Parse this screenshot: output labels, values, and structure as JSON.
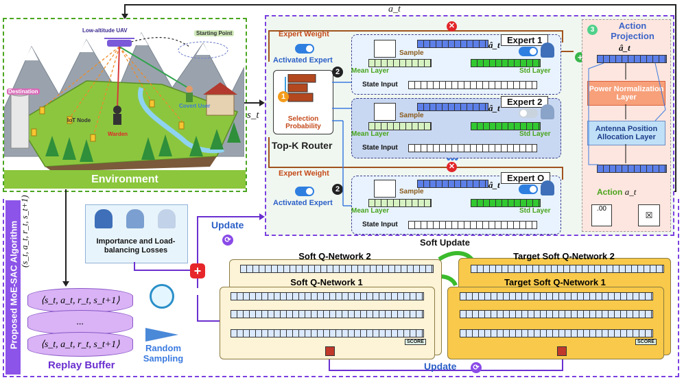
{
  "environment": {
    "banner": "Environment",
    "labels": {
      "uav": "Low-altitude UAV",
      "start": "Starting Point",
      "destination": "Destination",
      "iot": "IoT Node",
      "warden": "Warden",
      "covert": "Covert User"
    },
    "state_label": "s_t",
    "action_top": "a_t"
  },
  "router": {
    "expert_weight": "Expert Weight",
    "activated_expert": "Activated Expert",
    "selection_probability": "Selection Probability",
    "title": "Top-K Router",
    "badge_1": "1",
    "badge_2": "2"
  },
  "experts": [
    {
      "title": "Expert 1",
      "sample": "Sample",
      "mean": "Mean Layer",
      "std": "Std Layer",
      "state": "State Input",
      "out": "â_t",
      "active": true
    },
    {
      "title": "Expert 2",
      "sample": "Sample",
      "mean": "Mean Layer",
      "std": "Std Layer",
      "state": "State Input",
      "out": "â_t",
      "active": false
    },
    {
      "title": "Expert O",
      "sample": "Sample",
      "mean": "Mean Layer",
      "std": "Std Layer",
      "state": "State Input",
      "out": "â_t",
      "active": true
    }
  ],
  "projection": {
    "badge": "3",
    "title": "Action Projection",
    "ahat": "â_t",
    "power_layer": "Power Normalization Layer",
    "antenna_layer": "Antenna Position Allocation Layer",
    "action": "Action",
    "action_sym": "a_t"
  },
  "algorithm": {
    "side_title": "Proposed MoE-SAC Algorithm",
    "transition": "(s_t, a_t, r_t, s_t+1)",
    "replay_rows": [
      "⟨s_t, a_t, r_t, s_t+1⟩",
      "...",
      "⟨s_t, a_t, r_t, s_t+1⟩"
    ],
    "replay_title": "Replay Buffer",
    "random_sampling": "Random Sampling",
    "losses": "Importance and Load-balancing Losses",
    "update_top": "Update",
    "update_bottom": "Update",
    "soft_update": "Soft Update",
    "q2": "Soft Q-Network 2",
    "q1": "Soft Q-Network 1",
    "tq2": "Target Soft Q-Network 2",
    "tq1": "Target Soft Q-Network 1",
    "score": "SCORE"
  }
}
